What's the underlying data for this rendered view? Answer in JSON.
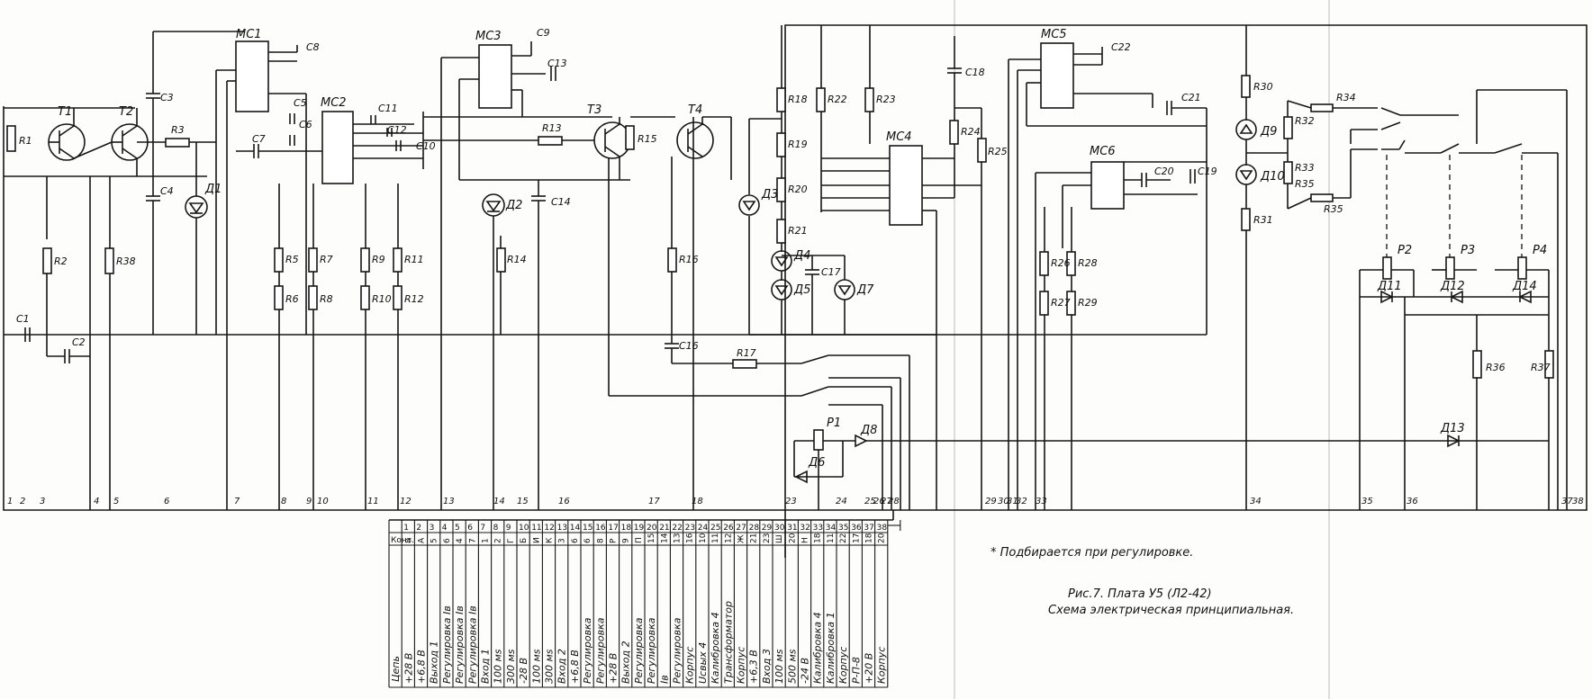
{
  "transistors": [
    "T1",
    "T2",
    "T3",
    "T4"
  ],
  "chips": [
    "MC1",
    "MC2",
    "MC3",
    "MC4",
    "MC5",
    "MC6"
  ],
  "resistors": [
    "R1",
    "R2",
    "R3",
    "R38",
    "R5",
    "R6",
    "R7",
    "R8",
    "R9",
    "R10",
    "R11",
    "R12",
    "R13",
    "R14",
    "R15",
    "R16",
    "R17",
    "R18",
    "R19",
    "R20",
    "R21",
    "R22",
    "R23",
    "R24",
    "R25",
    "R26",
    "R27",
    "R28",
    "R29",
    "R30",
    "R31",
    "R32",
    "R33",
    "R34",
    "R35",
    "R35",
    "R36",
    "R37"
  ],
  "capacitors": [
    "C1",
    "C2",
    "C3",
    "C4",
    "C5",
    "C6",
    "C7",
    "C8",
    "C9",
    "C10",
    "C11",
    "C12",
    "C13",
    "C14",
    "C16",
    "C17",
    "C18",
    "C19",
    "C20",
    "C21",
    "C22"
  ],
  "diodes": [
    "Д1",
    "Д2",
    "Д3",
    "Д4",
    "Д5",
    "Д6",
    "Д7",
    "Д8",
    "Д9",
    "Д10",
    "Д11",
    "Д12",
    "Д13",
    "Д14"
  ],
  "relays": [
    "P1",
    "P2",
    "P3",
    "P4"
  ],
  "bottom_terminals": [
    "1",
    "2",
    "3",
    "4",
    "5",
    "6",
    "7",
    "8",
    "9",
    "10",
    "11",
    "12",
    "13",
    "14",
    "15",
    "16",
    "17",
    "18",
    "23",
    "24",
    "25",
    "26",
    "27",
    "28",
    "29",
    "30",
    "31",
    "32",
    "33",
    "34",
    "35",
    "36",
    "37",
    "38"
  ],
  "connector": {
    "header": "Цепь",
    "key_header": "Конт.",
    "numbers": [
      "1",
      "2",
      "3",
      "4",
      "5",
      "6",
      "7",
      "8",
      "9",
      "10",
      "11",
      "12",
      "13",
      "14",
      "15",
      "16",
      "17",
      "18",
      "19",
      "20",
      "21",
      "22",
      "23",
      "24",
      "25",
      "26",
      "27",
      "28",
      "29",
      "30",
      "31",
      "32",
      "33",
      "34",
      "35",
      "36",
      "37",
      "38"
    ],
    "keys": [
      "8",
      "A",
      "5",
      "6",
      "4",
      "7",
      "1",
      "2",
      "Г",
      "Б",
      "И",
      "К",
      "3",
      "6",
      "6",
      "8",
      "Р",
      "9",
      "П",
      "15",
      "14",
      "13",
      "16",
      "10",
      "11",
      "12",
      "Ж",
      "21",
      "23",
      "Ш",
      "20",
      "Н",
      "18",
      "11",
      "22",
      "17",
      "18",
      "20"
    ],
    "signals": [
      "+28 В",
      "+6,8 В",
      "Выход 1",
      "Регулировка Iв",
      "Регулировка Iв",
      "Регулировка Iв",
      "Вход 1",
      "100 мs",
      "300 мs",
      "-28 В",
      "100 мs",
      "300 мs",
      "Вход 2",
      "+6,8 В",
      "Регулировка",
      "Регулировка",
      "+28 В",
      "Выход 2",
      "Регулировка",
      "Регулировка",
      "Iв",
      "Регулировка",
      "Корпус",
      "Uсвых 4",
      "Калибровка 4",
      "Трансформатор",
      "Корпус",
      "+6,3 В",
      "Вход 3",
      "100 мs",
      "500 мs",
      "-24 В",
      "Калибровка 4",
      "Калибровка 1",
      "Корпус",
      "Р-П-8",
      "+20 В",
      "Корпус"
    ]
  },
  "footnote": "* Подбирается при регулировке.",
  "caption_line1": "Рис.7. Плата У5 (Л2-42)",
  "caption_line2": "Схема электрическая принципиальная."
}
